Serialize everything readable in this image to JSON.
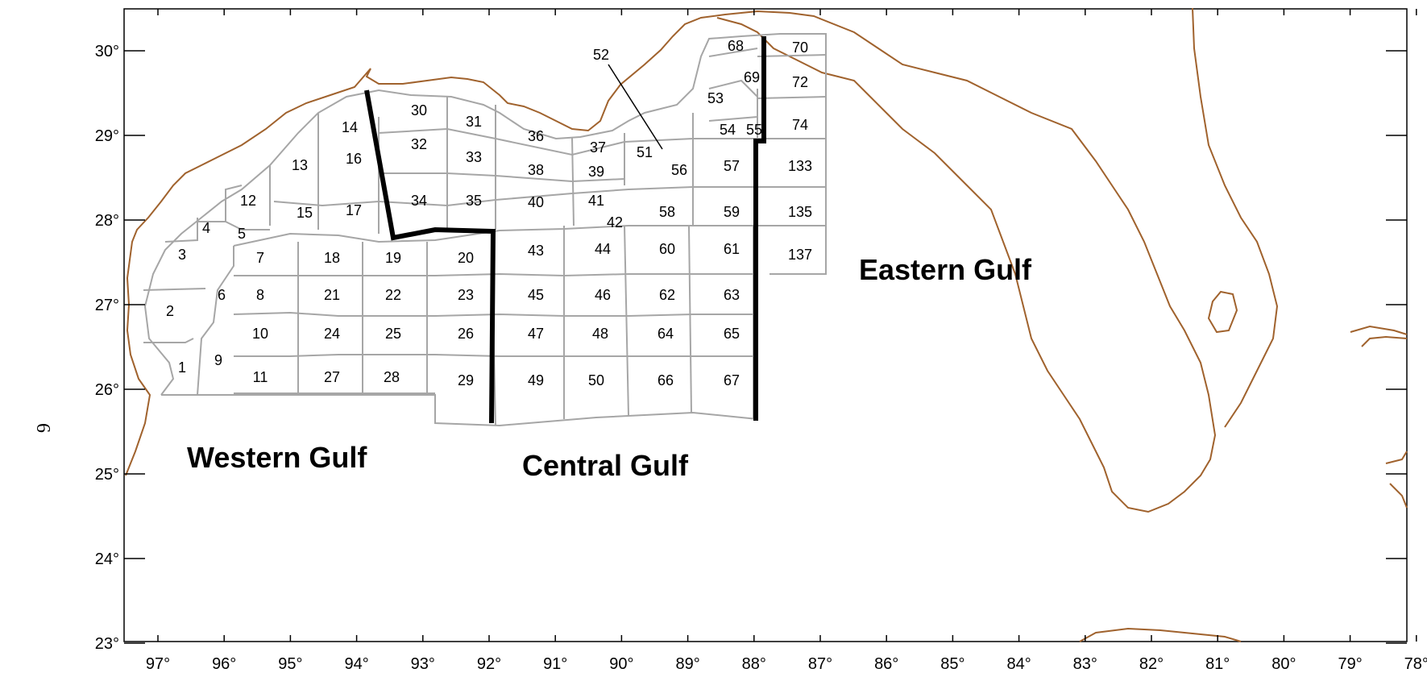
{
  "map": {
    "lon_ticks": [
      "97°",
      "96°",
      "95°",
      "94°",
      "93°",
      "92°",
      "91°",
      "90°",
      "89°",
      "88°",
      "87°",
      "86°",
      "85°",
      "84°",
      "83°",
      "82°",
      "81°",
      "80°",
      "79°",
      "78°"
    ],
    "lat_ticks": [
      "30°",
      "29°",
      "28°",
      "27°",
      "26°",
      "25°",
      "24°",
      "23°"
    ],
    "regions": [
      "Western Gulf",
      "Central Gulf",
      "Eastern Gulf"
    ],
    "page_mark": "6",
    "areas": [
      "1",
      "2",
      "3",
      "4",
      "5",
      "6",
      "7",
      "8",
      "9",
      "10",
      "11",
      "12",
      "13",
      "14",
      "15",
      "16",
      "17",
      "18",
      "19",
      "20",
      "21",
      "22",
      "23",
      "24",
      "25",
      "26",
      "27",
      "28",
      "29",
      "30",
      "31",
      "32",
      "33",
      "34",
      "35",
      "36",
      "37",
      "38",
      "39",
      "40",
      "41",
      "42",
      "43",
      "44",
      "45",
      "46",
      "47",
      "48",
      "49",
      "50",
      "51",
      "52",
      "53",
      "54",
      "55",
      "56",
      "57",
      "58",
      "59",
      "60",
      "61",
      "62",
      "63",
      "64",
      "65",
      "66",
      "67",
      "68",
      "69",
      "70",
      "72",
      "74",
      "133",
      "135",
      "137"
    ],
    "colors": {
      "coast": "#a0622d",
      "grid": "#a6a6a6",
      "boundary": "#000000",
      "frame": "#000000"
    }
  }
}
